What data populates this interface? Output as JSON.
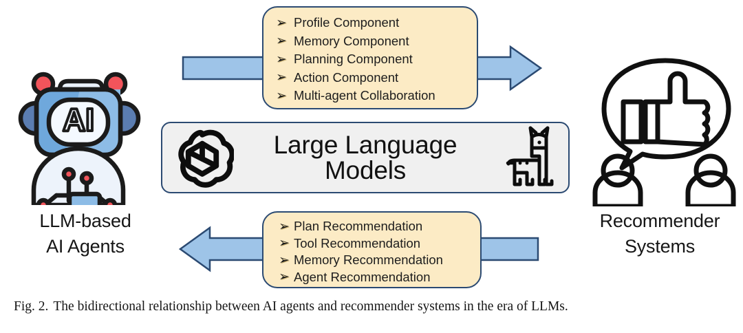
{
  "figure": {
    "caption_label": "Fig. 2.",
    "caption_text": "The bidirectional relationship between AI agents and recommender systems in the era of LLMs."
  },
  "left_entity": {
    "icon": "ai-robot-icon",
    "badge_text": "AI",
    "label_line1": "LLM-based",
    "label_line2": "AI Agents"
  },
  "right_entity": {
    "icon": "thumbs-up-speech-bubble-users-icon",
    "label_line1": "Recommender",
    "label_line2": "Systems"
  },
  "center_box": {
    "left_icon": "openai-knot-logo-icon",
    "title": "Large Language Models",
    "right_icon": "llama-icon"
  },
  "top_panel": {
    "bullet_glyph": "➢",
    "items": [
      "Profile Component",
      "Memory Component",
      "Planning Component",
      "Action Component",
      "Multi-agent Collaboration"
    ]
  },
  "bottom_panel": {
    "bullet_glyph": "➢",
    "items": [
      "Plan Recommendation",
      "Tool Recommendation",
      "Memory Recommendation",
      "Agent Recommendation"
    ]
  },
  "arrows": {
    "top_direction": "right",
    "bottom_direction": "left",
    "fill_color": "#9EC4E8",
    "stroke_color": "#2B4A72"
  },
  "colors": {
    "panel_fill": "#FCEBC5",
    "panel_border": "#2B4A72",
    "center_fill": "#F0F0F0",
    "robot_head": "#6FA8DC",
    "robot_accent": "#F2545B",
    "background": "#FFFFFF"
  }
}
